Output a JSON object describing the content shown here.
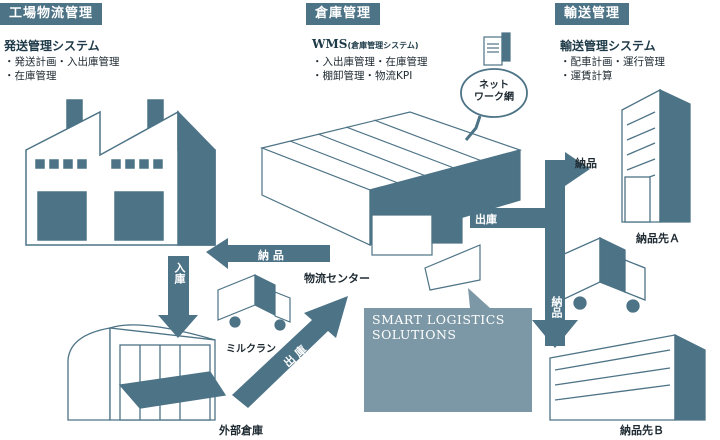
{
  "sections": {
    "factory": {
      "header": "工場物流管理",
      "system": "発送管理システム",
      "bullets": [
        "・発送計画・入出庫管理",
        "・在庫管理"
      ]
    },
    "warehouse": {
      "header": "倉庫管理",
      "system": "WMS",
      "system_sub": "(倉庫管理システム)",
      "bullets": [
        "・入出庫管理・在庫管理",
        "・棚卸管理・物流KPI"
      ]
    },
    "transport": {
      "header": "輸送管理",
      "system": "輸送管理システム",
      "bullets": [
        "・配車計画・運行管理",
        "・運賃計算"
      ]
    }
  },
  "network": {
    "label_line1": "ネット",
    "label_line2": "ワーク網"
  },
  "nodes": {
    "center": "物流センター",
    "external_warehouse": "外部倉庫",
    "delivery_a": "納品先Ａ",
    "delivery_b": "納品先Ｂ",
    "milkrun": "ミルクラン"
  },
  "arrows": {
    "deliver_left": "納 品",
    "inbound": "入庫",
    "shipment_right": "出庫",
    "deliver_a": "納品",
    "deliver_b": "納品",
    "shipment_diag": "出 庫"
  },
  "smart": {
    "line1": "SMART  LOGISTICS",
    "line2": "SOLUTIONS"
  },
  "colors": {
    "header": "#4d7386",
    "arrow": "#4d7386",
    "building": "#ffffff",
    "building_dark": "#4d7386",
    "panel": "#7c98a6"
  }
}
